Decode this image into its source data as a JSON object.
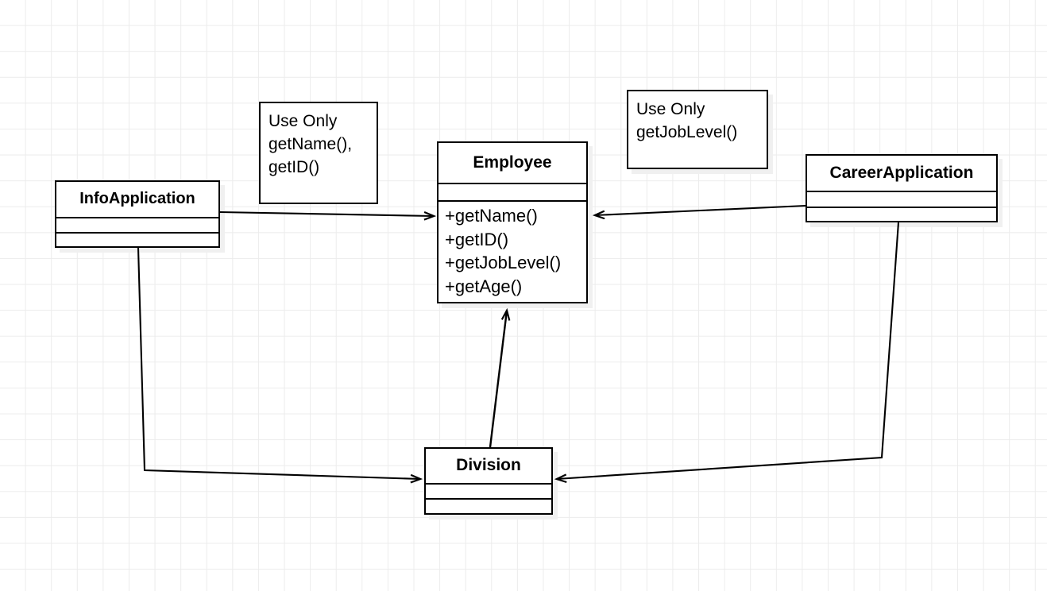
{
  "diagram": {
    "type": "uml-class-diagram",
    "background": "#ffffff",
    "grid_color": "#ececec",
    "stroke_color": "#000000",
    "shadow_color": "#f0f0f0"
  },
  "classes": [
    {
      "id": "infoapplication",
      "name": "InfoApplication",
      "attributes": [],
      "operations": []
    },
    {
      "id": "employee",
      "name": "Employee",
      "attributes": [],
      "operations": [
        "+getName()",
        "+getID()",
        "+getJobLevel()",
        "+getAge()"
      ]
    },
    {
      "id": "careerapplication",
      "name": "CareerApplication",
      "attributes": [],
      "operations": []
    },
    {
      "id": "division",
      "name": "Division",
      "attributes": [],
      "operations": []
    }
  ],
  "notes": [
    {
      "id": "note-info",
      "lines": [
        "Use Only",
        "getName(),",
        "getID()"
      ]
    },
    {
      "id": "note-career",
      "lines": [
        "Use Only",
        "getJobLevel()"
      ]
    }
  ],
  "edges": [
    {
      "id": "infoapplication-to-employee",
      "from": "InfoApplication",
      "to": "Employee",
      "arrow": "open"
    },
    {
      "id": "careerapplication-to-employee",
      "from": "CareerApplication",
      "to": "Employee",
      "arrow": "open"
    },
    {
      "id": "division-to-employee",
      "from": "Division",
      "to": "Employee",
      "arrow": "open"
    },
    {
      "id": "infoapplication-to-division",
      "from": "InfoApplication",
      "to": "Division",
      "arrow": "open"
    },
    {
      "id": "careerapplication-to-division",
      "from": "CareerApplication",
      "to": "Division",
      "arrow": "open"
    }
  ]
}
